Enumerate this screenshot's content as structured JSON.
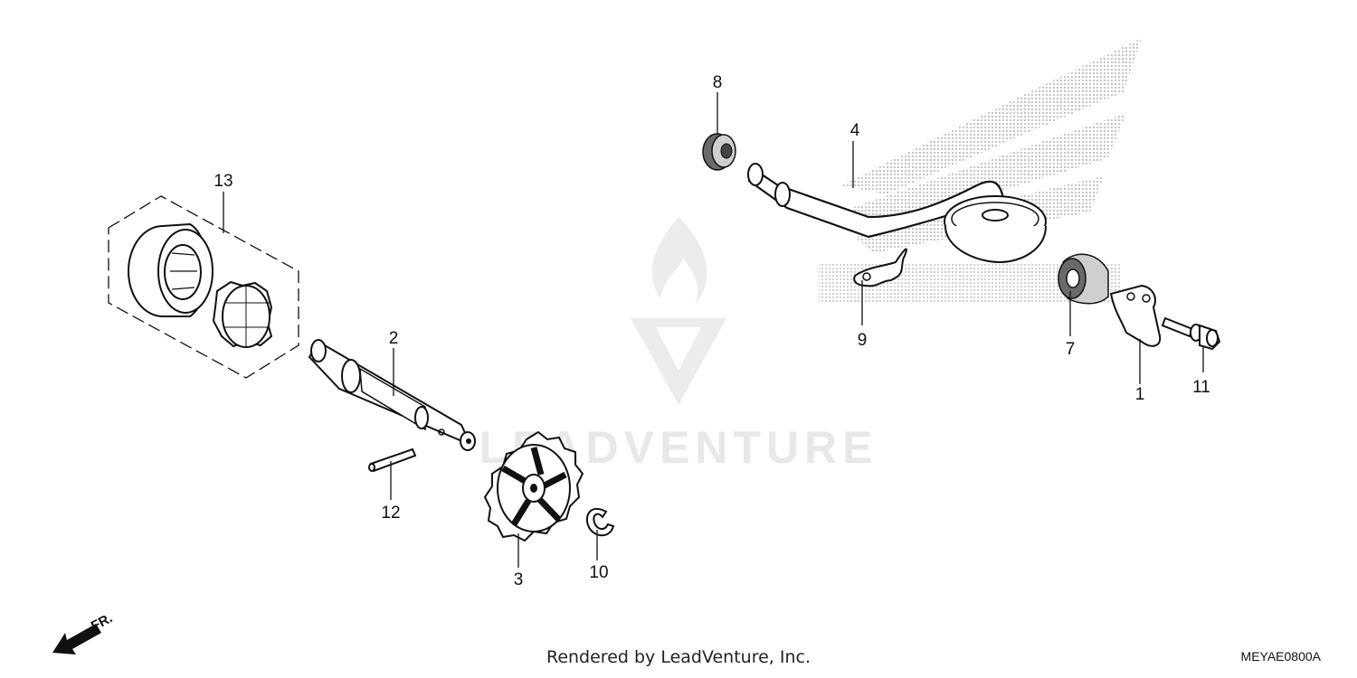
{
  "callouts": {
    "c1": "1",
    "c2": "2",
    "c3": "3",
    "c4": "4",
    "c5": "7",
    "c6": "8",
    "c7": "9",
    "c8": "10",
    "c9": "11",
    "c10": "12",
    "c11": "13"
  },
  "direction_label": "FR.",
  "watermark_text": "LEADVENTURE",
  "footer": "Rendered by LeadVenture, Inc.",
  "diagram_code": "MEYAE0800A",
  "colors": {
    "line": "#111111",
    "background": "#ffffff",
    "watermark": "#e8e8e8",
    "wing_dots": "#9a9a9a"
  }
}
